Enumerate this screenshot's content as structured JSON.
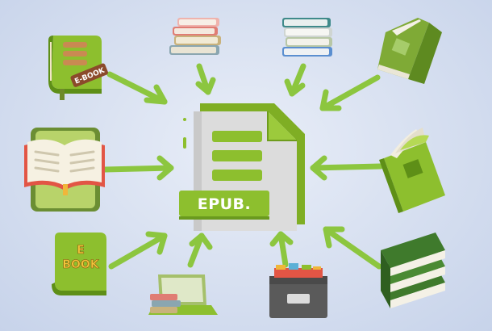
{
  "center": {
    "label": "EPUB."
  },
  "items": {
    "green_ebook_tag": "E-BOOK",
    "yellow_ebook_line1": "E",
    "yellow_ebook_line2": "BOOK"
  },
  "colors": {
    "green_primary": "#8dbf2e",
    "green_dark": "#5e8f17",
    "green_light": "#b5d955",
    "arrow": "#8cc63f",
    "file_body": "#d9d9d9",
    "background": "#d6dff0"
  },
  "icons": [
    "epub-file-icon",
    "ebook-green-icon",
    "book-stack-pastel-icon",
    "book-stack-teal-icon",
    "open-green-book-icon",
    "open-book-reader-icon",
    "green-book-open-pages-icon",
    "yellow-ebook-icon",
    "laptop-books-icon",
    "file-drawer-icon",
    "dark-green-book-stack-icon"
  ]
}
